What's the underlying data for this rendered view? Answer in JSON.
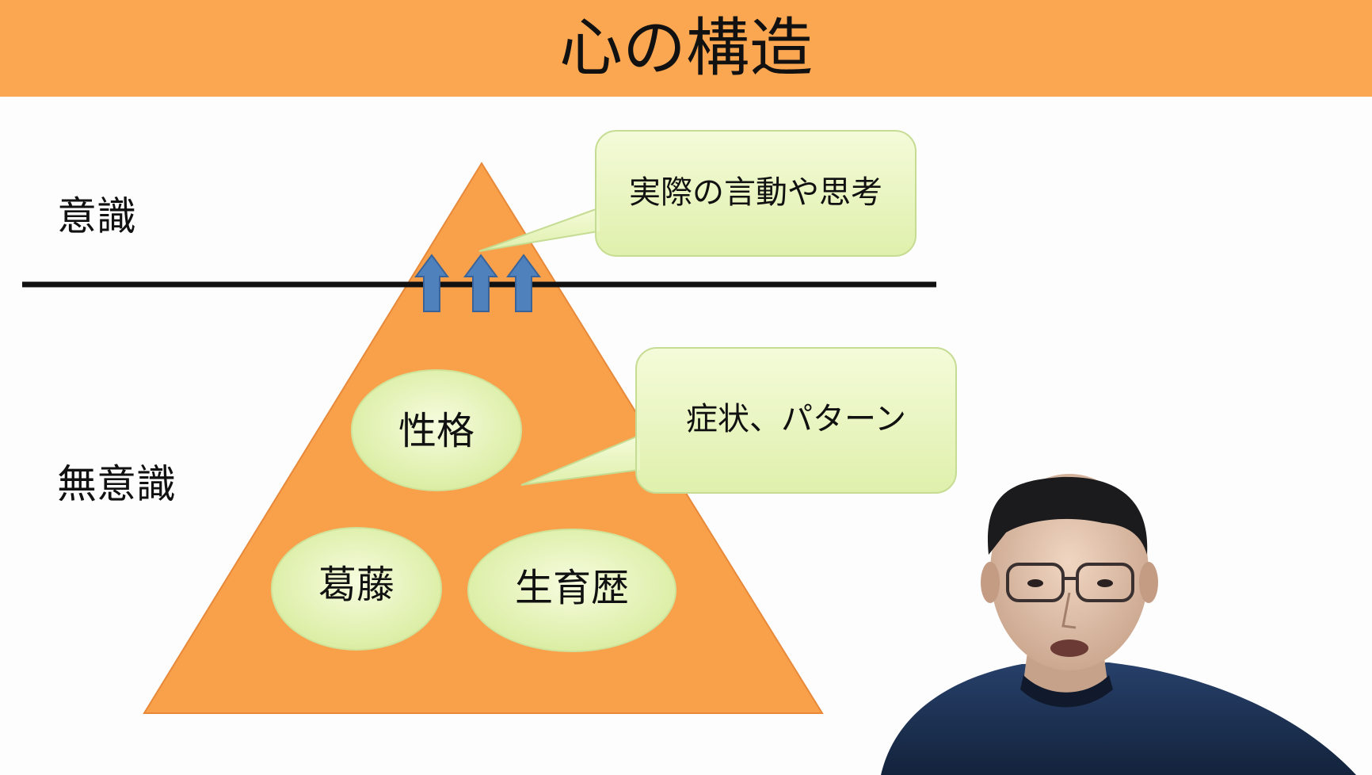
{
  "slide": {
    "title": "心の構造",
    "levels": {
      "conscious": "意識",
      "unconscious": "無意識"
    },
    "ellipses": {
      "top": "性格",
      "bottom_left": "葛藤",
      "bottom_right": "生育歴"
    },
    "callouts": {
      "upper": "実際の言動や思考",
      "lower": "症状、パターン"
    },
    "arrows": {
      "count": 3
    },
    "colors": {
      "header_bar": "#fba651",
      "triangle": "#f9a04b",
      "ellipse_fill": "#ecf7c6",
      "callout_fill": "#eaf7c3",
      "callout_border": "#c6dc93",
      "arrow": "#4f81bd",
      "divider": "#111111",
      "presenter_shirt": "#1f3350"
    }
  }
}
